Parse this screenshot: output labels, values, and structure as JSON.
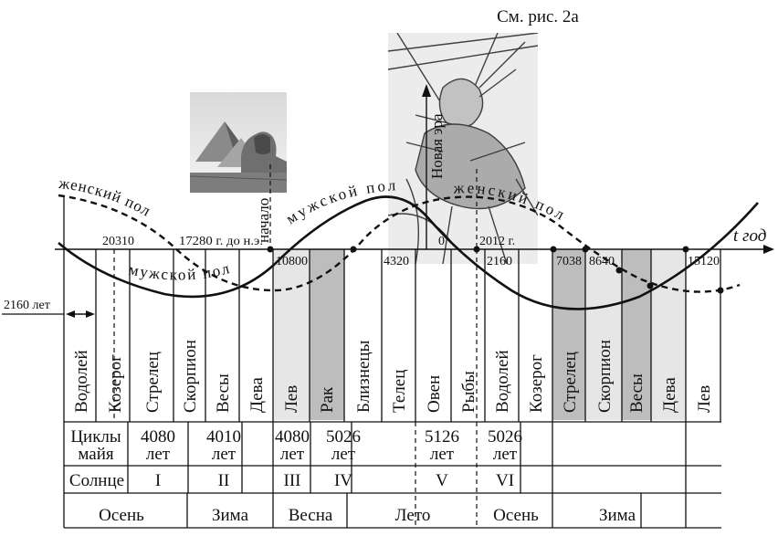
{
  "top_caption": "См. рис. 2а",
  "axis": {
    "time_label": "t год",
    "new_era": "Новая эра",
    "start": "начало",
    "ticks": [
      "20310",
      "17280 г. до н.э.",
      "10800",
      "4320",
      "0",
      "2012 г.",
      "2160",
      "7038",
      "8640",
      "15120"
    ],
    "span_label": "2160 лет"
  },
  "curve_labels": {
    "female_left": "женский пол",
    "male_lower": "мужской пол",
    "male_upper": "мужской пол",
    "female_right": "женский пол"
  },
  "zodiac": [
    "Водолей",
    "Козерог",
    "Стрелец",
    "Скорпион",
    "Весы",
    "Дева",
    "Лев",
    "Рак",
    "Близнецы",
    "Телец",
    "Овен",
    "Рыбы",
    "Водолей",
    "Козерог",
    "Стрелец",
    "Скорпион",
    "Весы",
    "Дева",
    "Лев"
  ],
  "maya": {
    "label_line1": "Циклы",
    "label_line2": "майя",
    "cycles": [
      {
        "n": "4080",
        "u": "лет"
      },
      {
        "n": "4010",
        "u": "лет"
      },
      {
        "n": "4080",
        "u": "лет"
      },
      {
        "n": "5026",
        "u": "лет"
      },
      {
        "n": "5126",
        "u": "лет"
      },
      {
        "n": "5026",
        "u": "лет"
      }
    ]
  },
  "sun": {
    "label": "Солнце",
    "suns": [
      "I",
      "II",
      "III",
      "IV",
      "V",
      "VI"
    ]
  },
  "seasons": [
    "Осень",
    "Зима",
    "Весна",
    "Лето",
    "Осень",
    "Зима"
  ],
  "colors": {
    "light_shade": "#e6e6e6",
    "dark_shade": "#bdbdbd",
    "ink": "#111111"
  }
}
